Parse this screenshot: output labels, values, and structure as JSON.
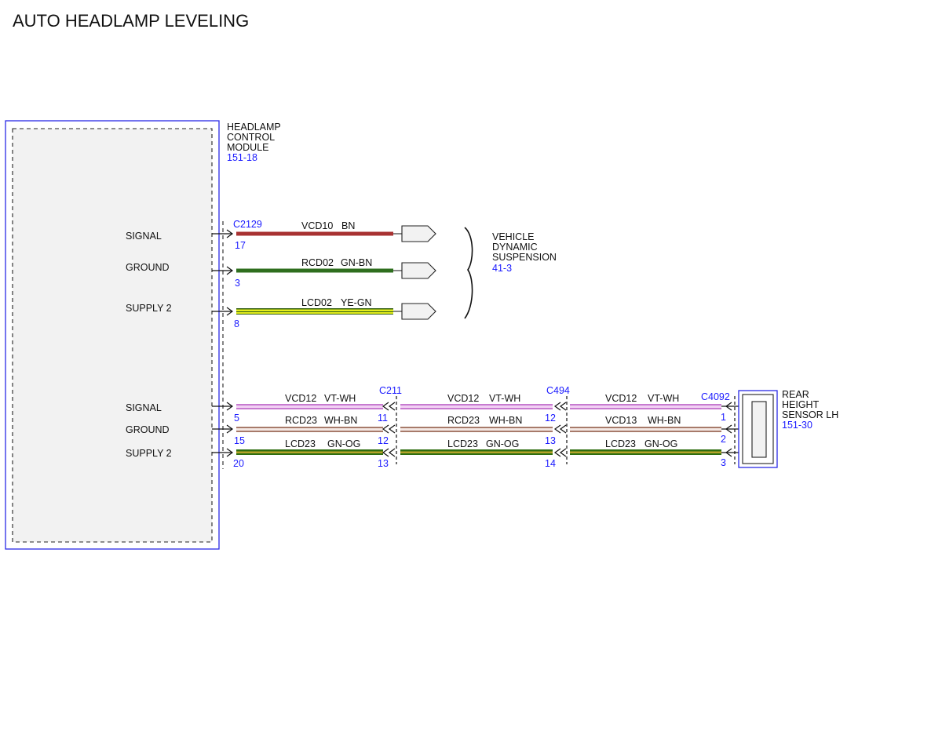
{
  "title": "AUTO HEADLAMP LEVELING",
  "colors": {
    "outline_blue": "#2a2ae6",
    "ref_blue": "#1a1aff",
    "module_fill": "#f2f2f2",
    "wire_bn": "#a83232",
    "wire_gn_bn": "#2e6e1e",
    "wire_ye_gn": "#e4ee1e",
    "wire_vt_wh": "#d994e0",
    "wire_wh_bn": "#d8b2a2",
    "wire_gn_og": "#3d7a1e"
  },
  "module": {
    "name_lines": [
      "HEADLAMP",
      "CONTROL",
      "MODULE"
    ],
    "ref": "151-18",
    "pins_top": [
      {
        "label": "SIGNAL",
        "pin": "17"
      },
      {
        "label": "GROUND",
        "pin": "3"
      },
      {
        "label": "SUPPLY 2",
        "pin": "8"
      }
    ],
    "pins_bottom": [
      {
        "label": "SIGNAL",
        "pin": "5"
      },
      {
        "label": "GROUND",
        "pin": "15"
      },
      {
        "label": "SUPPLY 2",
        "pin": "20"
      }
    ]
  },
  "connectors": {
    "c2129": "C2129",
    "c211": "C211",
    "c494": "C494",
    "c4092": "C4092"
  },
  "top_wires": [
    {
      "circuit": "VCD10",
      "color": "BN"
    },
    {
      "circuit": "RCD02",
      "color": "GN-BN"
    },
    {
      "circuit": "LCD02",
      "color": "YE-GN"
    }
  ],
  "vds": {
    "name_lines": [
      "VEHICLE",
      "DYNAMIC",
      "SUSPENSION"
    ],
    "ref": "41-3"
  },
  "bottom_segments": {
    "seg1": [
      {
        "circuit": "VCD12",
        "color": "VT-WH"
      },
      {
        "circuit": "RCD23",
        "color": "WH-BN"
      },
      {
        "circuit": "LCD23",
        "color": "GN-OG"
      }
    ],
    "seg2": [
      {
        "circuit": "VCD12",
        "color": "VT-WH"
      },
      {
        "circuit": "RCD23",
        "color": "WH-BN"
      },
      {
        "circuit": "LCD23",
        "color": "GN-OG"
      }
    ],
    "seg3": [
      {
        "circuit": "VCD12",
        "color": "VT-WH"
      },
      {
        "circuit": "VCD13",
        "color": "WH-BN"
      },
      {
        "circuit": "LCD23",
        "color": "GN-OG"
      }
    ]
  },
  "c211_pins": [
    "11",
    "12",
    "13"
  ],
  "c494_pins": [
    "12",
    "13",
    "14"
  ],
  "c4092_pins": [
    "1",
    "2",
    "3"
  ],
  "sensor": {
    "name_lines": [
      "REAR",
      "HEIGHT",
      "SENSOR LH"
    ],
    "ref": "151-30"
  }
}
